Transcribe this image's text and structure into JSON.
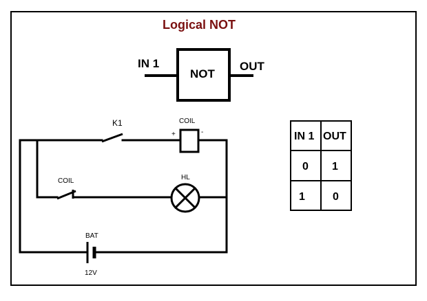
{
  "title": "Logical NOT",
  "gate": {
    "input_label": "IN 1",
    "body_label": "NOT",
    "output_label": "OUT"
  },
  "circuit": {
    "switch_label": "K1",
    "coil_label": "COIL",
    "coil_plus": "+",
    "coil_minus": "-",
    "contact_label": "COIL",
    "lamp_label": "HL",
    "battery_label": "BAT",
    "battery_voltage": "12V"
  },
  "truth_table": {
    "headers": [
      "IN 1",
      "OUT"
    ],
    "rows": [
      [
        "0",
        "1"
      ],
      [
        "1",
        "0"
      ]
    ]
  },
  "colors": {
    "title": "#7a1010",
    "line": "#000000"
  }
}
